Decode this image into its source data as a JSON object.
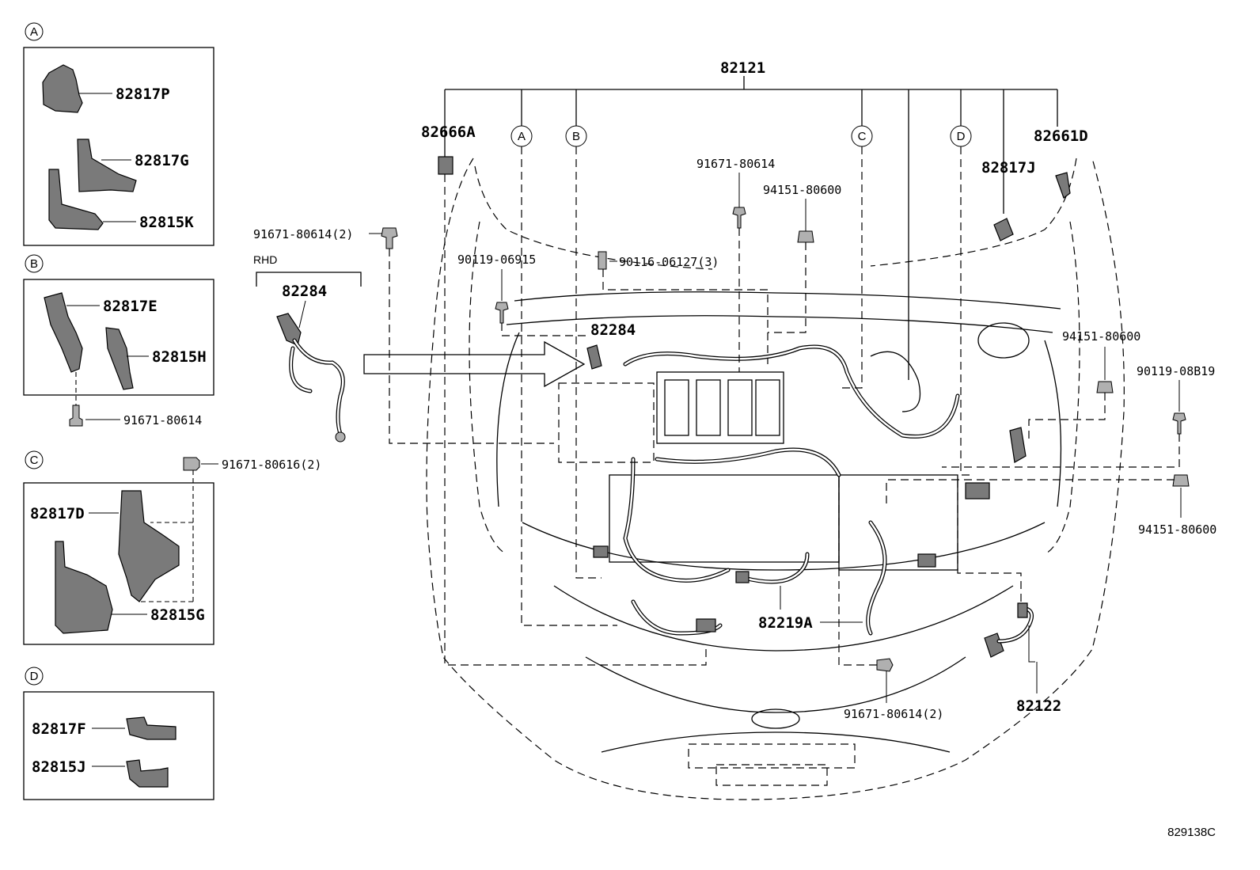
{
  "reference": "829138C",
  "insets": {
    "A": {
      "letter": "A",
      "parts": [
        "82817P",
        "82817G",
        "82815K"
      ]
    },
    "B": {
      "letter": "B",
      "parts": [
        "82817E",
        "82815H"
      ],
      "bolt": "91671-80614"
    },
    "C": {
      "letter": "C",
      "parts": [
        "82817D",
        "82815G"
      ],
      "bolt": "91671-80616(2)"
    },
    "D": {
      "letter": "D",
      "parts": [
        "82817F",
        "82815J"
      ]
    }
  },
  "rhd": {
    "label": "RHD",
    "part": "82284",
    "bolt": "91671-80614(2)"
  },
  "main": {
    "harness": "82121",
    "callout_letters": [
      "A",
      "B",
      "C",
      "D"
    ],
    "labels": {
      "p82666A": "82666A",
      "p82661D": "82661D",
      "p82817J": "82817J",
      "p91671_80614_top": "91671-80614",
      "p94151_80600_top": "94151-80600",
      "p90119_06915": "90119-06915",
      "p90116_06127": "90116-06127(3)",
      "p82284": "82284",
      "p94151_80600_right1": "94151-80600",
      "p90119_08B19": "90119-08B19",
      "p94151_80600_right2": "94151-80600",
      "p82219A": "82219A",
      "p91671_80614_bottom": "91671-80614(2)",
      "p82122": "82122"
    }
  }
}
